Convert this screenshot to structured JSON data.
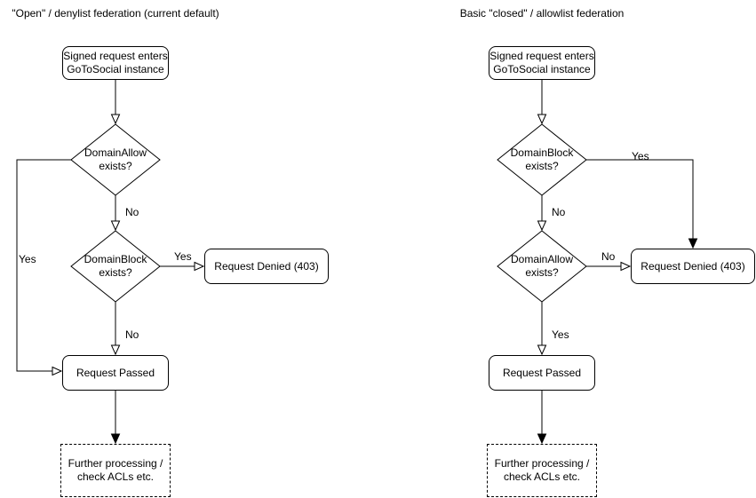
{
  "canvas": {
    "background_color": "#ffffff",
    "stroke_color": "#000000",
    "text_color": "#000000",
    "node_fill_color": "#ffffff"
  },
  "left_chart": {
    "title": "\"Open\" / denylist federation (current default)",
    "nodes": {
      "start": "Signed request enters\nGoToSocial instance",
      "decision1": "DomainAllow\nexists?",
      "decision2": "DomainBlock\nexists?",
      "denied": "Request Denied (403)",
      "passed": "Request Passed",
      "further": "Further processing /\ncheck ACLs etc."
    },
    "edge_labels": {
      "decision1_yes": "Yes",
      "decision1_no": "No",
      "decision2_yes": "Yes",
      "decision2_no": "No"
    }
  },
  "right_chart": {
    "title": "Basic \"closed\" / allowlist federation",
    "nodes": {
      "start": "Signed request enters\nGoToSocial instance",
      "decision1": "DomainBlock\nexists?",
      "decision2": "DomainAllow\nexists?",
      "denied": "Request Denied (403)",
      "passed": "Request Passed",
      "further": "Further processing /\ncheck ACLs etc."
    },
    "edge_labels": {
      "decision1_yes": "Yes",
      "decision1_no": "No",
      "decision2_no": "No",
      "decision2_yes": "Yes"
    }
  }
}
